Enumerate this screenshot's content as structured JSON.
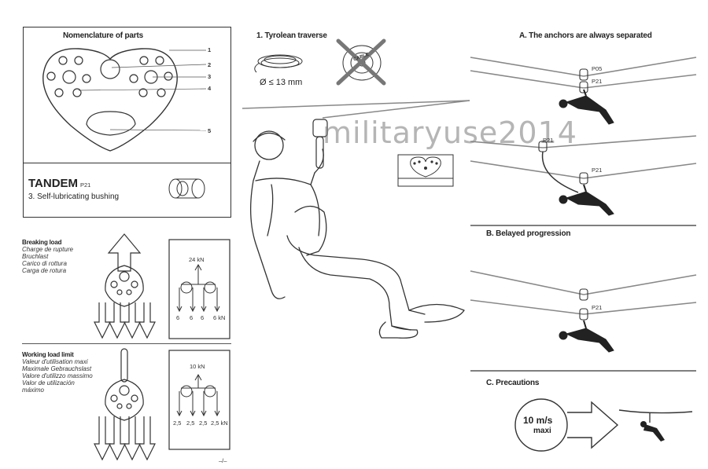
{
  "nomenclature": {
    "title": "Nomenclature of parts",
    "numbers": [
      "1",
      "2",
      "3",
      "4",
      "5"
    ],
    "product_name": "TANDEM",
    "product_code": "P21",
    "item3": "3. Self-lubricating bushing"
  },
  "breaking": {
    "title": "Breaking load",
    "translations": [
      "Charge de rupture",
      "Bruchlast",
      "Carico di rottura",
      "Carga de rotura"
    ],
    "total": "24 kN",
    "values": [
      "6",
      "6",
      "6",
      "6 kN"
    ]
  },
  "working": {
    "title": "Working load limit",
    "translations": [
      "Valeur d'utilisation maxi",
      "Maximale Gebrauchslast",
      "Valore d'utilizzo massimo",
      "Valor de utilización",
      "máximo"
    ],
    "total": "10 kN",
    "values": [
      "2,5",
      "2,5",
      "2,5",
      "2,5 kN"
    ]
  },
  "tyrolean": {
    "title": "1. Tyrolean traverse",
    "diameter": "Ø ≤ 13 mm",
    "cable_label": "CABLE"
  },
  "sections": {
    "a_title": "A. The anchors are always separated",
    "b_title": "B. Belayed progression",
    "c_title": "C. Precautions",
    "p05": "P05",
    "p21": "P21",
    "speed": "10 m/s",
    "speed_sub": "maxi"
  },
  "footer": {
    "page_mark": "–/–"
  },
  "watermark": "militaryuse2014"
}
